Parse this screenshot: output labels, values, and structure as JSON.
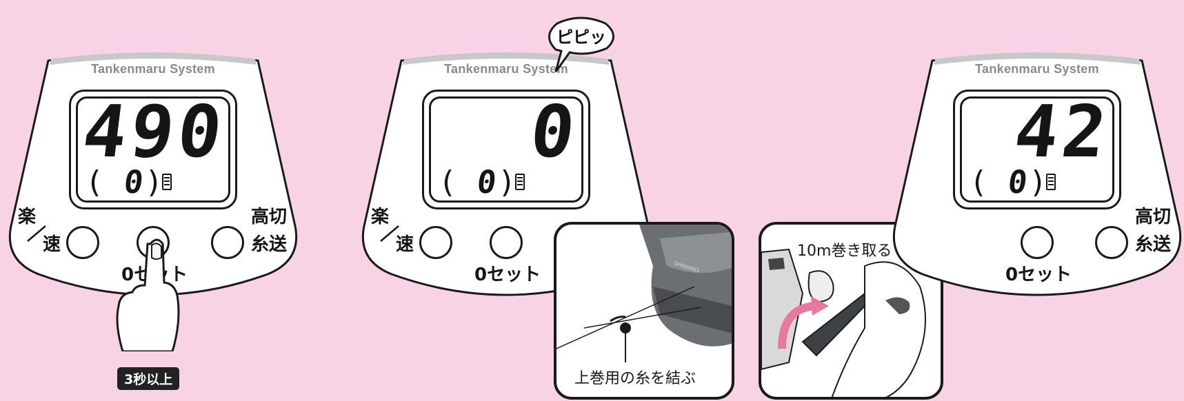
{
  "brand": "Tankenmaru System",
  "panels": [
    {
      "main_value": "490",
      "sub_value": "0",
      "left_label_top": "楽",
      "left_label_bottom": "速",
      "right_label_top": "高切",
      "right_label_bottom": "糸送",
      "center_label": "0セット"
    },
    {
      "main_value": "0",
      "sub_value": "0",
      "left_label_top": "楽",
      "left_label_bottom": "速",
      "center_label": "0セット"
    },
    {
      "main_value": "42",
      "sub_value": "0",
      "right_label_top": "高切",
      "right_label_bottom": "糸送",
      "center_label": "0セット"
    }
  ],
  "paren_open": "(",
  "paren_close": ")",
  "hold_badge": "3秒以上",
  "beep_bubble": "ピピッ",
  "inset_tie": {
    "caption": "上巻用の糸を結ぶ",
    "reel_brand": "SHIMANO"
  },
  "inset_wind": {
    "caption": "10m巻き取る"
  },
  "colors": {
    "background": "#f8d3e6",
    "panel": "#ffffff",
    "rim": "#c8c8c8",
    "arrow": "#e8789e"
  }
}
